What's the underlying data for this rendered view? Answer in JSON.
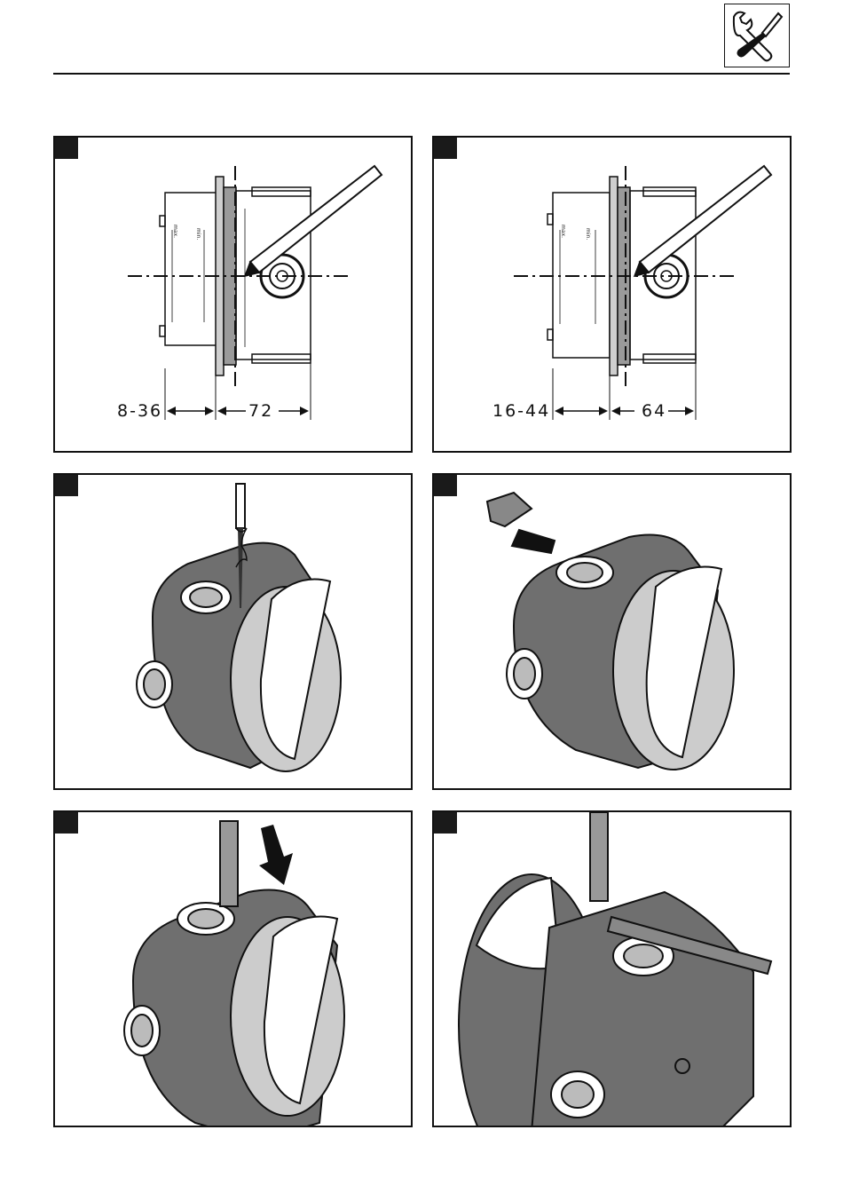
{
  "header": {
    "icon": "wrench-screwdriver-icon"
  },
  "steps": [
    {
      "dims": {
        "left": "8-36",
        "right": "72"
      },
      "labels": {
        "max": "max.",
        "min": "min."
      }
    },
    {
      "dims": {
        "left": "16-44",
        "right": "64"
      },
      "labels": {
        "max": "max.",
        "min": "min."
      }
    },
    {},
    {},
    {},
    {}
  ]
}
